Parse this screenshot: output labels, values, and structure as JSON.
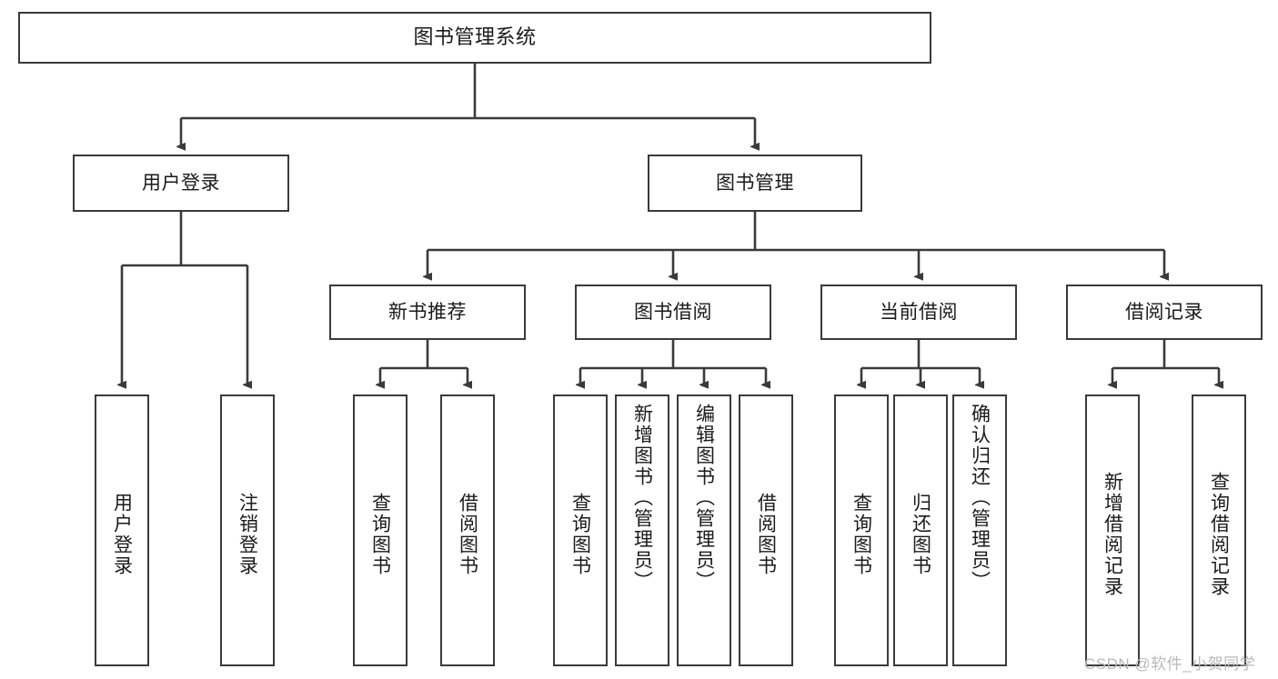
{
  "diagram": {
    "title": "图书管理系统",
    "type": "hierarchy-tree",
    "orientation": "top-down",
    "stroke_color": "#3a3a3a",
    "fill_color": "#ffffff",
    "text_color": "#1a1a1a"
  },
  "watermark": {
    "text": "CSDN @软件_小贺同学",
    "color": "#b9b9b9"
  },
  "nodes": {
    "root": {
      "label": "图书管理系统"
    },
    "level1": [
      {
        "label": "用户登录"
      },
      {
        "label": "图书管理"
      }
    ],
    "level2": [
      {
        "label": "新书推荐"
      },
      {
        "label": "图书借阅"
      },
      {
        "label": "当前借阅"
      },
      {
        "label": "借阅记录"
      }
    ],
    "leaves_user_login": [
      {
        "label": "用户登录"
      },
      {
        "label": "注销登录"
      }
    ],
    "leaves_new_book": [
      {
        "label": "查询图书"
      },
      {
        "label": "借阅图书"
      }
    ],
    "leaves_borrow": [
      {
        "label": "查询图书"
      },
      {
        "label": "新增图书（管理员）"
      },
      {
        "label": "编辑图书（管理员）"
      },
      {
        "label": "借阅图书"
      }
    ],
    "leaves_current": [
      {
        "label": "查询图书"
      },
      {
        "label": "归还图书"
      },
      {
        "label": "确认归还（管理员）"
      }
    ],
    "leaves_records": [
      {
        "label": "新增借阅记录"
      },
      {
        "label": "查询借阅记录"
      }
    ]
  }
}
